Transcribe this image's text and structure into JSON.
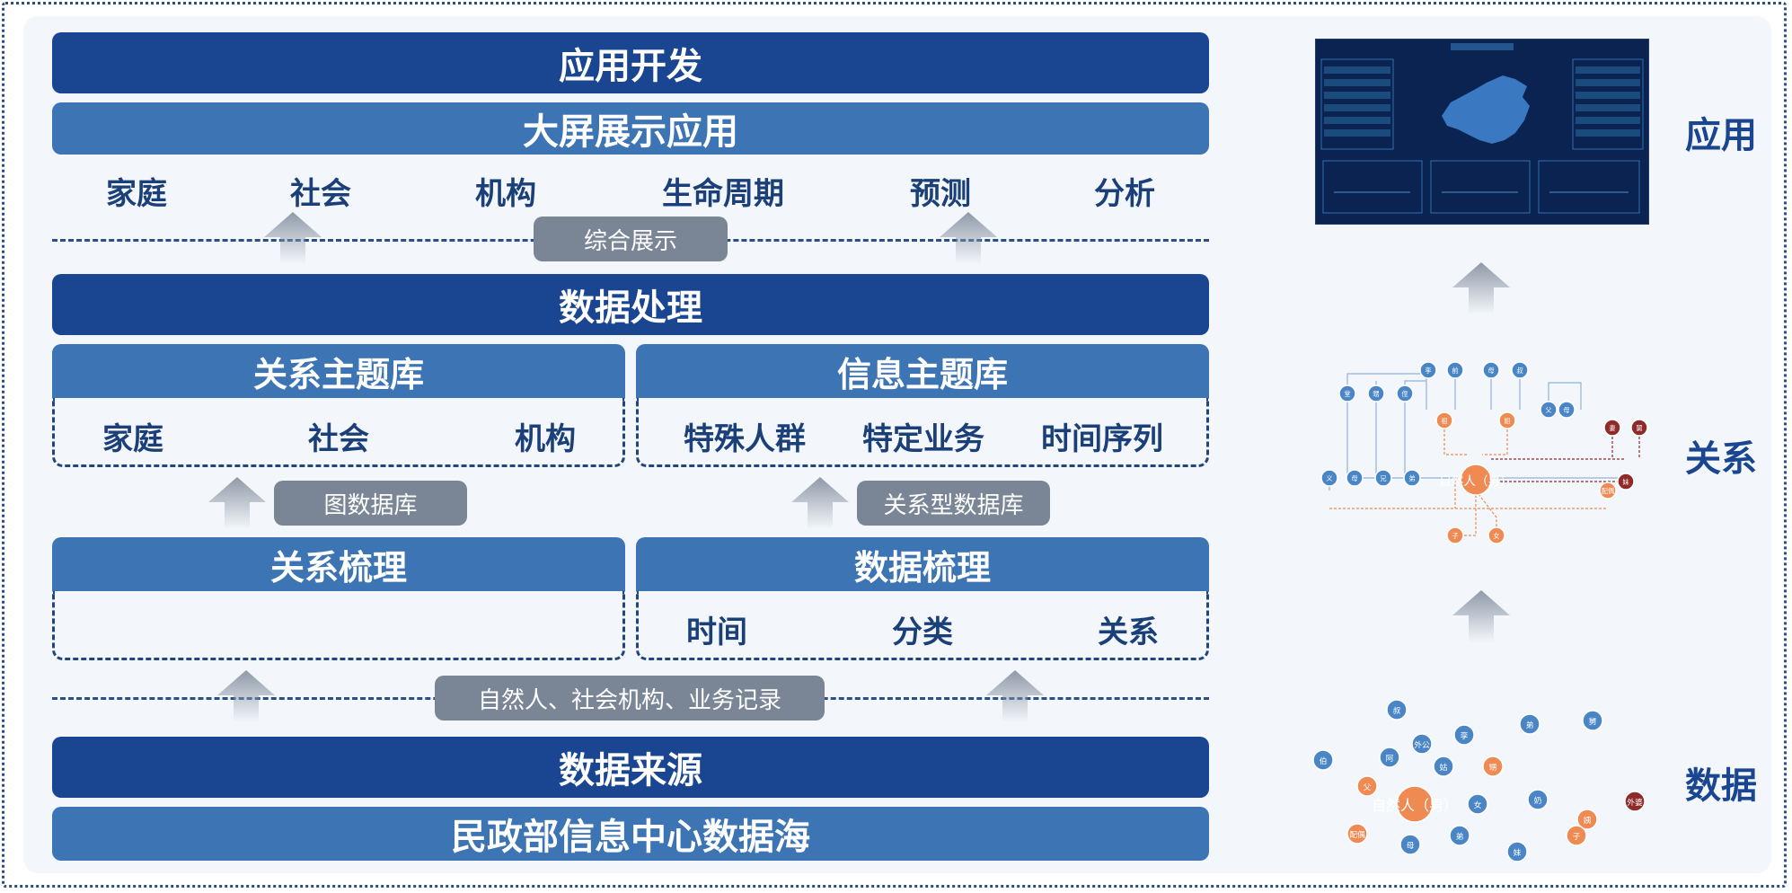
{
  "app_dev": {
    "title": "应用开发"
  },
  "screen_app": {
    "title": "大屏展示应用",
    "items": [
      "家庭",
      "社会",
      "机构",
      "生命周期",
      "预测",
      "分析"
    ]
  },
  "labels": {
    "display": "综合展示",
    "graph_db": "图数据库",
    "rel_db": "关系型数据库",
    "source_types": "自然人、社会机构、业务记录"
  },
  "data_processing": {
    "title": "数据处理"
  },
  "rel_topic": {
    "title": "关系主题库",
    "items": [
      "家庭",
      "社会",
      "机构"
    ]
  },
  "info_topic": {
    "title": "信息主题库",
    "items": [
      "特殊人群",
      "特定业务",
      "时间序列"
    ]
  },
  "rel_sorting": {
    "title": "关系梳理"
  },
  "data_sorting": {
    "title": "数据梳理",
    "items": [
      "时间",
      "分类",
      "关系"
    ]
  },
  "data_source": {
    "title": "数据来源",
    "subtitle": "民政部信息中心数据海"
  },
  "side_labels": {
    "app": "应用",
    "relation": "关系",
    "data": "数据"
  },
  "colors": {
    "dark_blue": "#1a4590",
    "mid_blue": "#3d74b4",
    "gray_pill": "#7a8696",
    "node_blue": "#4a86c5",
    "node_orange": "#ef8a52",
    "node_red": "#8f2a2a"
  },
  "graph_nodes": {
    "center": "自然人（男）",
    "relation_graph": [
      "孪",
      "前",
      "母",
      "叔",
      "堂",
      "甥",
      "侄",
      "祖",
      "姐",
      "父",
      "母",
      "妻",
      "舅",
      "义",
      "母",
      "兄",
      "弟",
      "姐",
      "妹",
      "配偶",
      "子",
      "女"
    ],
    "data_scatter": [
      "叔",
      "孪",
      "弟",
      "舅",
      "外公",
      "伯",
      "阿",
      "姑",
      "甥",
      "父",
      "女",
      "奶",
      "外婆",
      "配偶",
      "母",
      "弟",
      "妹",
      "姨",
      "子"
    ]
  }
}
